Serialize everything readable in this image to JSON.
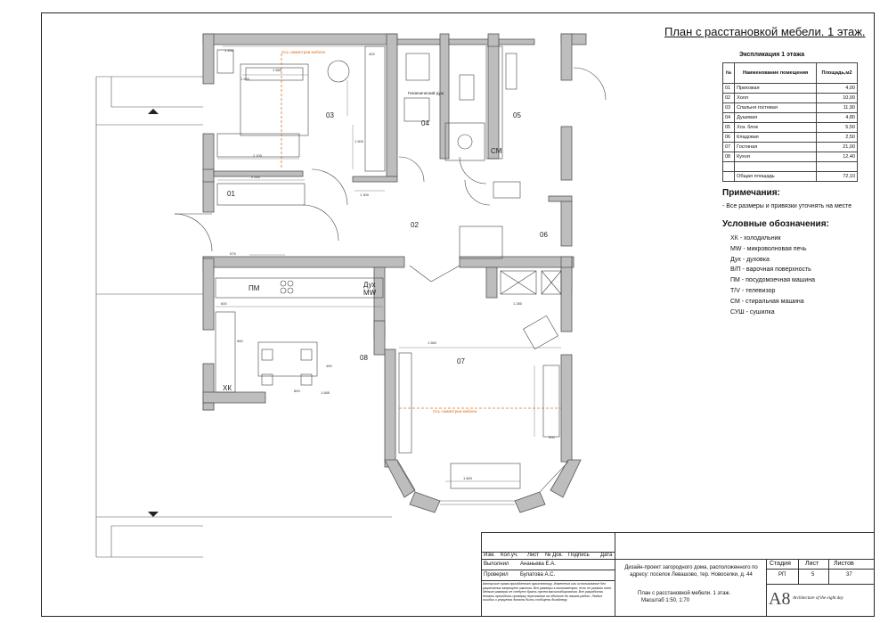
{
  "sheet": {
    "title": "План с расстановкой мебели. 1 этаж."
  },
  "explication": {
    "caption": "Экспликация 1 этажа",
    "headers": [
      "№",
      "Наименование помещения",
      "Площадь,м2"
    ],
    "rows": [
      [
        "01",
        "Прихожая",
        "4,00"
      ],
      [
        "02",
        "Холл",
        "10,00"
      ],
      [
        "03",
        "Спальня гостевая",
        "11,90"
      ],
      [
        "04",
        "Душевая",
        "4,80"
      ],
      [
        "05",
        "Хоз. блок",
        "5,50"
      ],
      [
        "06",
        "Кладовая",
        "2,50"
      ],
      [
        "07",
        "Гостиная",
        "21,00"
      ],
      [
        "08",
        "Кухня",
        "12,40"
      ],
      [
        "",
        "",
        ""
      ],
      [
        "",
        "Общая площадь",
        "72,10"
      ]
    ]
  },
  "notes": {
    "heading": "Примечания:",
    "text": "- Все размеры и привязки уточнять на месте"
  },
  "legend": {
    "heading": "Условные обозначения:",
    "items": [
      "ХК - холодильник",
      "MW - микроволновая печь",
      "Дух - духовка",
      "В/П - варочная поверхность",
      "ПМ - посудомоечная машина",
      "Т/V - телевизор",
      "СМ - стиральная машина",
      "СУШ - сушилка"
    ]
  },
  "plan": {
    "room_numbers": [
      "01",
      "02",
      "03",
      "04",
      "05",
      "06",
      "07",
      "08"
    ],
    "labels": {
      "pm": "ПМ",
      "dukh": "Дух",
      "mw": "MW",
      "xk": "ХК",
      "sm": "СМ",
      "axis_note": "Ось симметрии мебели",
      "shower": "Гигиенический душ"
    },
    "dims": [
      "1 450",
      "1 680",
      "1 500",
      "2 100",
      "2 002",
      "1 300",
      "1 500",
      "1 600",
      "1 800",
      "1 660",
      "1 685",
      "1 280",
      "600",
      "800",
      "400",
      "900",
      "450",
      "960",
      "575"
    ]
  },
  "stamp": {
    "headers": [
      "Изм.",
      "Кол.уч.",
      "Лист",
      "№ Док.",
      "Подпись",
      "Дата"
    ],
    "row1": [
      "Выполнил",
      "Ананьева Е.А."
    ],
    "row2": [
      "Проверил",
      "Булатова А.С."
    ],
    "project": "Дизайн-проект загородного дома, расположенного по адресу: поселок Левашово, тер. Новоселки, д. 44",
    "sheet_name": "План с расстановкой мебели. 1 этаж.",
    "scale": "Масштаб 1:50, 1:70",
    "stage_h": "Стадия",
    "sheet_h": "Лист",
    "sheets_h": "Листов",
    "stage": "РП",
    "sheet_no": "5",
    "sheets_total": "37",
    "logo_mark": "A8",
    "logo_text": "Architecture of the eight day",
    "copyright": "Авторские права принадлежат архитектору. Изменения или использование без разрешения запрещено законом. Все размеры в миллиметрах, если не указано иное. Мелкие размеры не следует брать путем масштабирования. Все разработки должны проходить проверку персоналом на объекте до начала работ. Любые ошибки и упущения должны быть сообщены дизайнеру."
  }
}
